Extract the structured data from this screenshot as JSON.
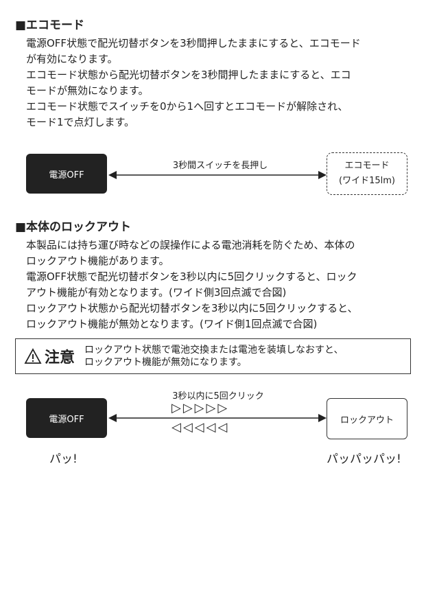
{
  "eco": {
    "heading": "■エコモード",
    "lines": [
      "電源OFF状態で配光切替ボタンを3秒間押したままにすると、エコモード",
      "が有効になります。",
      "エコモード状態から配光切替ボタンを3秒間押したままにすると、エコ",
      "モードが無効になります。",
      "エコモード状態でスイッチを0から1へ回すとエコモードが解除され、",
      "モード1で点灯します。"
    ],
    "diagram": {
      "left_box": "電源OFF",
      "arrow_label": "3秒間スイッチを長押し",
      "right_line1": "エコモード",
      "right_line2": "(ワイド15lm)"
    }
  },
  "lockout": {
    "heading": "■本体のロックアウト",
    "lines": [
      "本製品には持ち運び時などの誤操作による電池消耗を防ぐため、本体の",
      "ロックアウト機能があります。",
      "電源OFF状態で配光切替ボタンを3秒以内に5回クリックすると、ロック",
      "アウト機能が有効となります。(ワイド側3回点滅で合図)",
      "ロックアウト状態から配光切替ボタンを3秒以内に5回クリックすると、",
      "ロックアウト機能が無効となります。(ワイド側1回点滅で合図)"
    ],
    "caution": {
      "title": "注意",
      "line1": "ロックアウト状態で電池交換または電池を装填しなおすと、",
      "line2": "ロックアウト機能が無効になります。"
    },
    "diagram": {
      "left_box": "電源OFF",
      "arrow_label": "3秒以内に5回クリック",
      "right_box": "ロックアウト",
      "sound_left": "パッ!",
      "sound_right": "パッパッパッ!"
    }
  }
}
